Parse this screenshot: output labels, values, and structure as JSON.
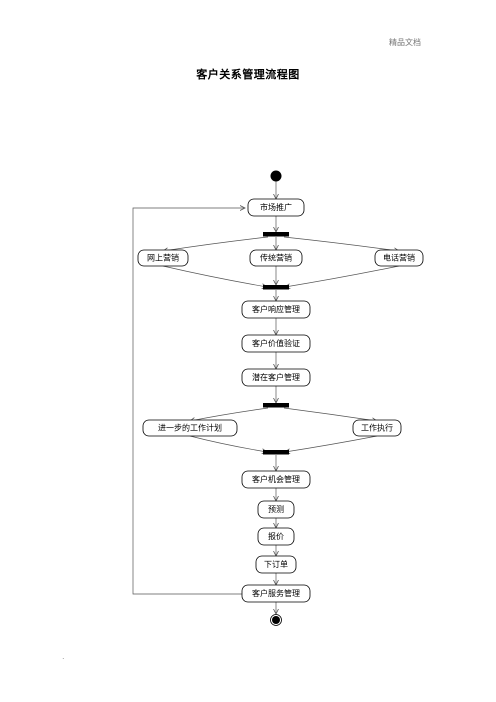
{
  "header": {
    "note": "精品文档"
  },
  "title": "客户关系管理流程图",
  "footer": {
    "mark": "."
  },
  "nodes": {
    "market": "市场推广",
    "online": "网上营销",
    "traditional": "传统营销",
    "phone": "电话营销",
    "response": "客户响应管理",
    "value": "客户价值验证",
    "potential": "潜在客户管理",
    "plan": "进一步的工作计划",
    "execute": "工作执行",
    "opportunity": "客户机会管理",
    "forecast": "预测",
    "quote": "报价",
    "order": "下订单",
    "service": "客户服务管理"
  }
}
